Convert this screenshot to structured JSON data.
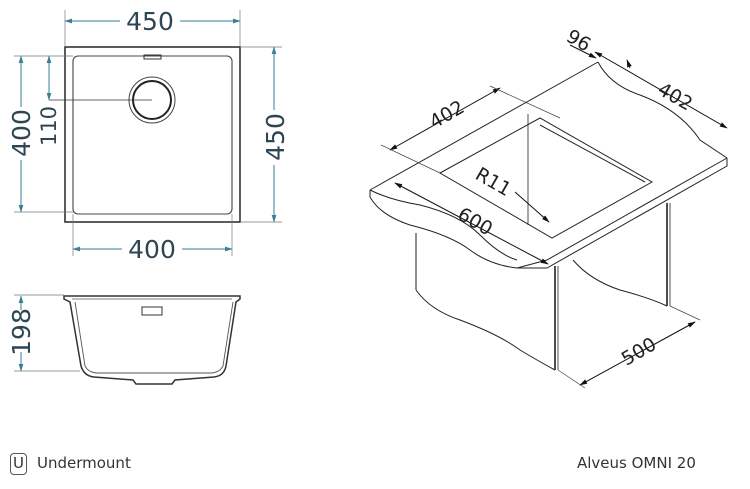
{
  "colors": {
    "dimension_line": "#3b7f95",
    "dimension_text": "#2e4654",
    "outline": "#333333",
    "background": "#ffffff"
  },
  "top_view": {
    "width_outer": "450",
    "height_outer": "450",
    "width_inner": "400",
    "height_inner": "400",
    "drain_offset": "110"
  },
  "side_view": {
    "depth": "198"
  },
  "isometric_view": {
    "cutout_width": "402",
    "cutout_depth": "402",
    "front_offset": "96",
    "corner_radius": "R11",
    "countertop_depth": "600",
    "cabinet_width": "500"
  },
  "footer": {
    "mount_badge": "U",
    "mount_type": "Undermount",
    "model_name": "Alveus OMNI 20"
  }
}
